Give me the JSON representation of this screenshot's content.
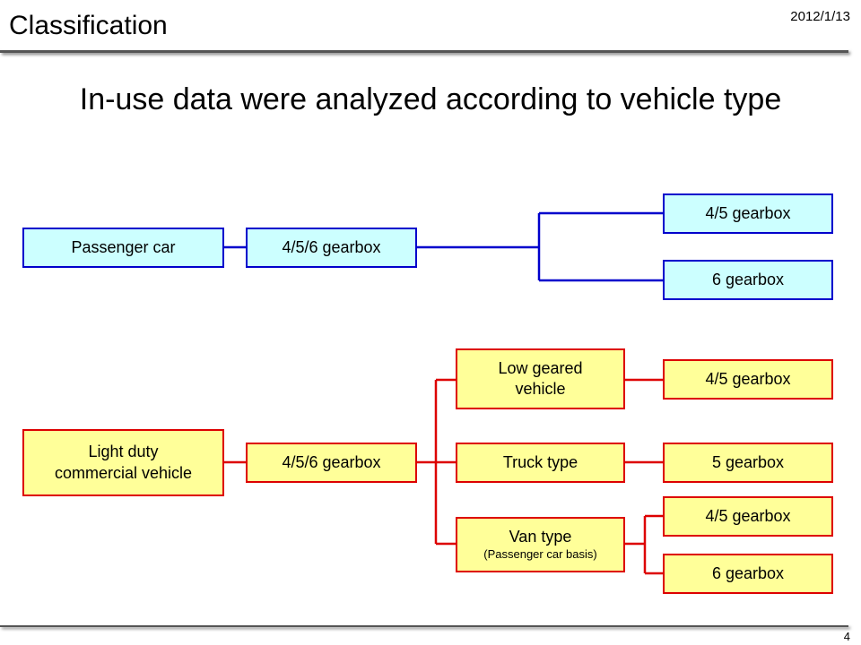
{
  "header": {
    "title": "Classification",
    "date": "2012/1/13"
  },
  "main_title": "In-use data were analyzed according to vehicle type",
  "footer": {
    "page_number": "4"
  },
  "colors": {
    "passenger_line": "#0000cc",
    "passenger_fill": "#ccffff",
    "commercial_line": "#dd0000",
    "commercial_fill": "#ffff99"
  },
  "passenger": {
    "vehicle": "Passenger car",
    "gearbox": "4/5/6 gearbox",
    "branches": [
      "4/5 gearbox",
      "6 gearbox"
    ]
  },
  "commercial": {
    "vehicle_line1": "Light duty",
    "vehicle_line2": "commercial vehicle",
    "gearbox": "4/5/6 gearbox",
    "low_geared_line1": "Low geared",
    "low_geared_line2": "vehicle",
    "low_geared_gearbox": "4/5 gearbox",
    "truck": "Truck type",
    "truck_gearbox": "5 gearbox",
    "van": "Van type",
    "van_sub": "(Passenger car basis)",
    "van_gearboxes": [
      "4/5 gearbox",
      "6 gearbox"
    ]
  }
}
